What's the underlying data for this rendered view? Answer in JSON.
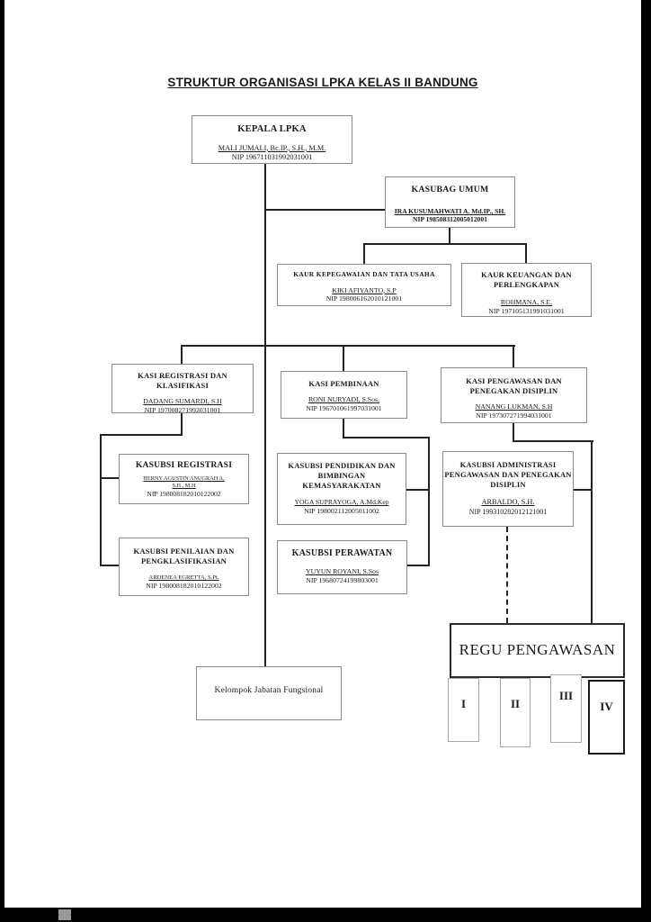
{
  "page": {
    "title": "STRUKTUR ORGANISASI LPKA KELAS II BANDUNG"
  },
  "boxes": {
    "kepala": {
      "title": "KEPALA LPKA",
      "name": "MALI JUMALI, Bc.IP., S.H., M.M.",
      "nip": "NIP 196711031992031001"
    },
    "kasubag_umum": {
      "title": "KASUBAG UMUM",
      "name": "IRA KUSUMAHWATI A. Md.IP., SH.",
      "nip": "NIP 198508312005012001"
    },
    "kaur_kepegawaian": {
      "title": "KAUR KEPEGAWAIAN DAN TATA USAHA",
      "name": "KIKI AFIYANTO, S.P",
      "nip": "NIP 198006162010121001"
    },
    "kaur_keuangan": {
      "title": "KAUR KEUANGAN DAN PERLENGKAPAN",
      "name": "ROHMANA, S.E.",
      "nip": "NIP 197105131991031001"
    },
    "kasi_registrasi": {
      "title": "KASI REGISTRASI DAN KLASIFIKASI",
      "name": "DADANG SUMARDI, S.H",
      "nip": "NIP 197008271992031001"
    },
    "kasi_pembinaan": {
      "title": "KASI PEMBINAAN",
      "name": "RONI NURYADI, S.Sos.",
      "nip": "NIP 196701061997031001"
    },
    "kasi_pengawasan": {
      "title": "KASI PENGAWASAN DAN PENEGAKAN DISIPLIN",
      "name": "NANANG LUKMAN, S.H",
      "nip": "NIP 197307271994031001"
    },
    "kasubsi_registrasi": {
      "title": "KASUBSI REGISTRASI",
      "name": "HERNY AGUSTIN ANUGRAH A, S.H., M.H",
      "nip": "NIP 198008182010122002"
    },
    "kasubsi_penilaian": {
      "title": "KASUBSI PENILAIAN DAN PENGKLASIFIKASIAN",
      "name": "ARDENEA EGRETTA, S.Pt.",
      "nip": "NIP 198008182010122002"
    },
    "kasubsi_pendidikan": {
      "title": "KASUBSI PENDIDIKAN DAN BIMBINGAN KEMASYARAKATAN",
      "name": "YOGA SUPRAYOGA, A.Md.Kep",
      "nip": "NIP 198002112005011002"
    },
    "kasubsi_perawatan": {
      "title": "KASUBSI PERAWATAN",
      "name": "YUYUN ROYANI, S.Sos",
      "nip": "NIP 19680724199803001"
    },
    "kasubsi_administrasi": {
      "title": "KASUBSI ADMINISTRASI PENGAWASAN DAN PENEGAKAN DISIPLIN",
      "name": "ARBALDO, S.H.",
      "nip": "NIP 199310282012121001"
    },
    "kelompok_jabatan": {
      "title": "Kelompok Jabatan Fungsional"
    },
    "regu_pengawasan": {
      "title": "REGU PENGAWASAN",
      "units": [
        "I",
        "II",
        "III",
        "IV"
      ]
    }
  },
  "colors": {
    "page_bg": "#ffffff",
    "outside_bg": "#000000",
    "line": "#222222",
    "box_border": "#8a8a8a",
    "text": "#1a1a1a"
  }
}
